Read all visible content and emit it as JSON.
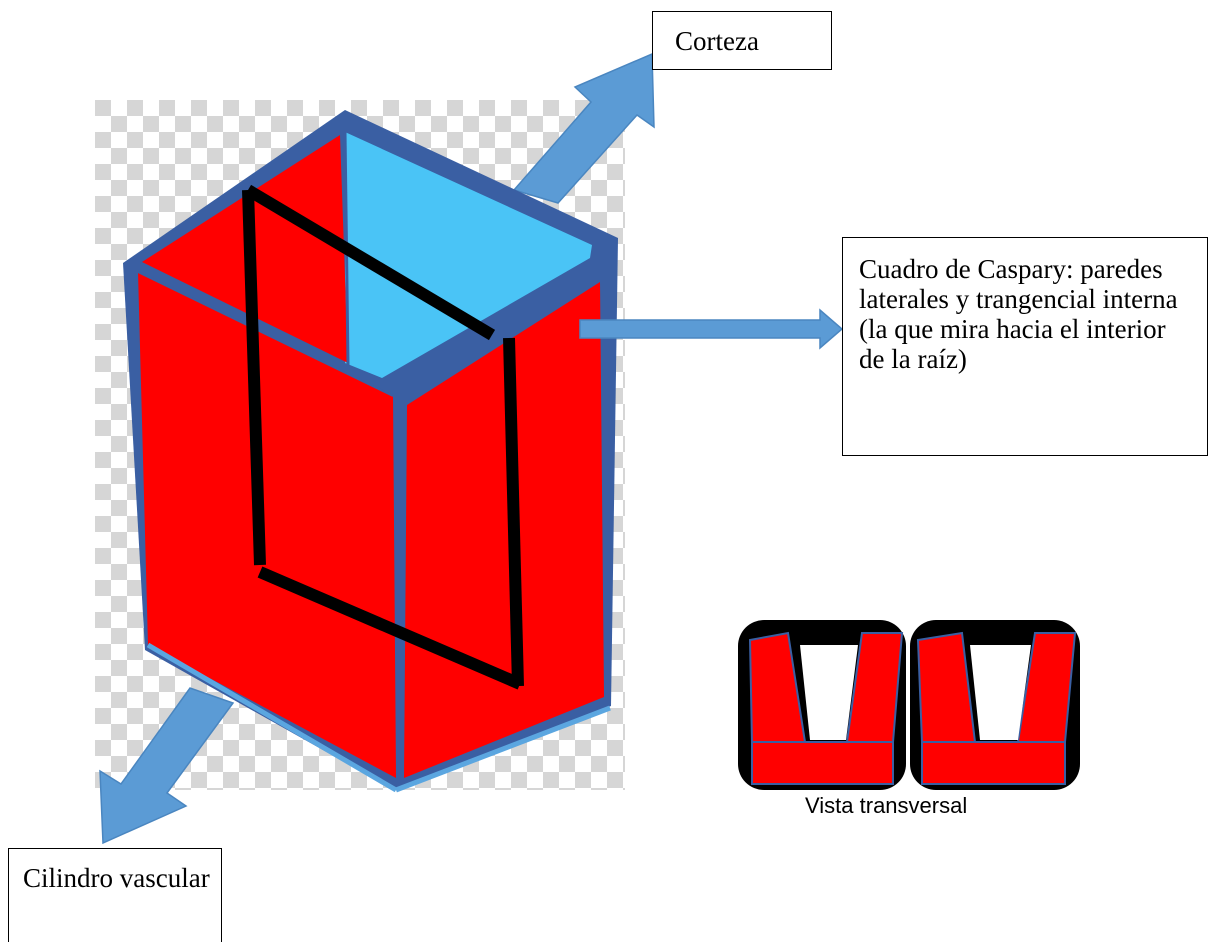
{
  "labels": {
    "corteza": "Corteza",
    "caspary": "Cuadro de Caspary: paredes laterales y trangencial interna (la que mira hacia el interior de la raíz)",
    "cilindro": "Cilindro vascular",
    "vista": "Vista transversal"
  },
  "colors": {
    "wall_red": "#ff0000",
    "interior_cyan": "#4ac4f6",
    "cell_edge": "#3a5fa3",
    "arrow_blue": "#5b9bd5",
    "caspary_band": "#000000",
    "checker": "#d6d6d6"
  },
  "icons": {
    "cell": "endodermis-cell-3d",
    "cross_section": "endodermis-cell-cross-section",
    "pointer": "arrow"
  }
}
